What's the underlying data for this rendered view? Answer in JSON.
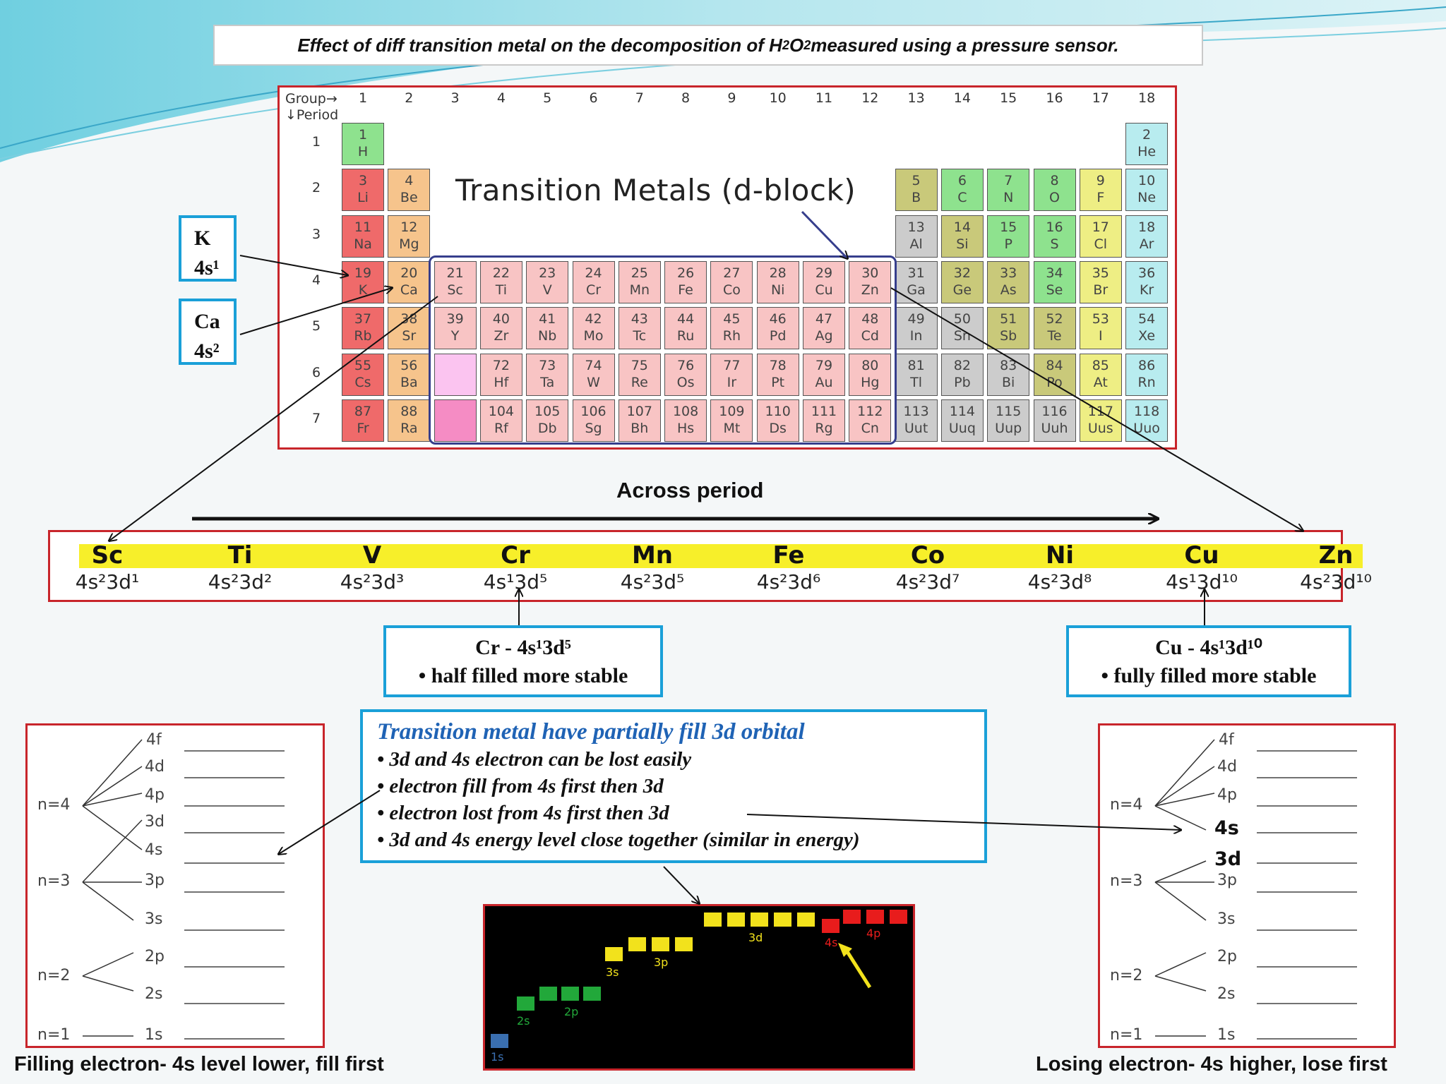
{
  "title": {
    "prefix": "Effect of diff transition metal on the decomposition of H",
    "sub1": "2",
    "mid": "O",
    "sub2": "2",
    "suffix": " measured using a pressure sensor."
  },
  "periodic_table": {
    "group_header": "Group→",
    "period_header": "↓Period",
    "groups": [
      "1",
      "2",
      "3",
      "4",
      "5",
      "6",
      "7",
      "8",
      "9",
      "10",
      "11",
      "12",
      "13",
      "14",
      "15",
      "16",
      "17",
      "18"
    ],
    "periods": [
      "1",
      "2",
      "3",
      "4",
      "5",
      "6",
      "7"
    ],
    "label": "Transition Metals (d-block)",
    "elements": [
      {
        "n": "1",
        "s": "H",
        "g": 1,
        "p": 1,
        "c": "#8ee28e"
      },
      {
        "n": "2",
        "s": "He",
        "g": 18,
        "p": 1,
        "c": "#b8ecef"
      },
      {
        "n": "3",
        "s": "Li",
        "g": 1,
        "p": 2,
        "c": "#ef6a6a"
      },
      {
        "n": "4",
        "s": "Be",
        "g": 2,
        "p": 2,
        "c": "#f6c48c"
      },
      {
        "n": "5",
        "s": "B",
        "g": 13,
        "p": 2,
        "c": "#c9c97a"
      },
      {
        "n": "6",
        "s": "C",
        "g": 14,
        "p": 2,
        "c": "#8ee28e"
      },
      {
        "n": "7",
        "s": "N",
        "g": 15,
        "p": 2,
        "c": "#8ee28e"
      },
      {
        "n": "8",
        "s": "O",
        "g": 16,
        "p": 2,
        "c": "#8ee28e"
      },
      {
        "n": "9",
        "s": "F",
        "g": 17,
        "p": 2,
        "c": "#eeee84"
      },
      {
        "n": "10",
        "s": "Ne",
        "g": 18,
        "p": 2,
        "c": "#b8ecef"
      },
      {
        "n": "11",
        "s": "Na",
        "g": 1,
        "p": 3,
        "c": "#ef6a6a"
      },
      {
        "n": "12",
        "s": "Mg",
        "g": 2,
        "p": 3,
        "c": "#f6c48c"
      },
      {
        "n": "13",
        "s": "Al",
        "g": 13,
        "p": 3,
        "c": "#cccccc"
      },
      {
        "n": "14",
        "s": "Si",
        "g": 14,
        "p": 3,
        "c": "#c9c97a"
      },
      {
        "n": "15",
        "s": "P",
        "g": 15,
        "p": 3,
        "c": "#8ee28e"
      },
      {
        "n": "16",
        "s": "S",
        "g": 16,
        "p": 3,
        "c": "#8ee28e"
      },
      {
        "n": "17",
        "s": "Cl",
        "g": 17,
        "p": 3,
        "c": "#eeee84"
      },
      {
        "n": "18",
        "s": "Ar",
        "g": 18,
        "p": 3,
        "c": "#b8ecef"
      },
      {
        "n": "19",
        "s": "K",
        "g": 1,
        "p": 4,
        "c": "#ef6a6a"
      },
      {
        "n": "20",
        "s": "Ca",
        "g": 2,
        "p": 4,
        "c": "#f6c48c"
      },
      {
        "n": "21",
        "s": "Sc",
        "g": 3,
        "p": 4,
        "c": "#f8c4c4"
      },
      {
        "n": "22",
        "s": "Ti",
        "g": 4,
        "p": 4,
        "c": "#f8c4c4"
      },
      {
        "n": "23",
        "s": "V",
        "g": 5,
        "p": 4,
        "c": "#f8c4c4"
      },
      {
        "n": "24",
        "s": "Cr",
        "g": 6,
        "p": 4,
        "c": "#f8c4c4"
      },
      {
        "n": "25",
        "s": "Mn",
        "g": 7,
        "p": 4,
        "c": "#f8c4c4"
      },
      {
        "n": "26",
        "s": "Fe",
        "g": 8,
        "p": 4,
        "c": "#f8c4c4"
      },
      {
        "n": "27",
        "s": "Co",
        "g": 9,
        "p": 4,
        "c": "#f8c4c4"
      },
      {
        "n": "28",
        "s": "Ni",
        "g": 10,
        "p": 4,
        "c": "#f8c4c4"
      },
      {
        "n": "29",
        "s": "Cu",
        "g": 11,
        "p": 4,
        "c": "#f8c4c4"
      },
      {
        "n": "30",
        "s": "Zn",
        "g": 12,
        "p": 4,
        "c": "#f8c4c4"
      },
      {
        "n": "31",
        "s": "Ga",
        "g": 13,
        "p": 4,
        "c": "#cccccc"
      },
      {
        "n": "32",
        "s": "Ge",
        "g": 14,
        "p": 4,
        "c": "#c9c97a"
      },
      {
        "n": "33",
        "s": "As",
        "g": 15,
        "p": 4,
        "c": "#c9c97a"
      },
      {
        "n": "34",
        "s": "Se",
        "g": 16,
        "p": 4,
        "c": "#8ee28e"
      },
      {
        "n": "35",
        "s": "Br",
        "g": 17,
        "p": 4,
        "c": "#eeee84"
      },
      {
        "n": "36",
        "s": "Kr",
        "g": 18,
        "p": 4,
        "c": "#b8ecef"
      },
      {
        "n": "37",
        "s": "Rb",
        "g": 1,
        "p": 5,
        "c": "#ef6a6a"
      },
      {
        "n": "38",
        "s": "Sr",
        "g": 2,
        "p": 5,
        "c": "#f6c48c"
      },
      {
        "n": "39",
        "s": "Y",
        "g": 3,
        "p": 5,
        "c": "#f8c4c4"
      },
      {
        "n": "40",
        "s": "Zr",
        "g": 4,
        "p": 5,
        "c": "#f8c4c4"
      },
      {
        "n": "41",
        "s": "Nb",
        "g": 5,
        "p": 5,
        "c": "#f8c4c4"
      },
      {
        "n": "42",
        "s": "Mo",
        "g": 6,
        "p": 5,
        "c": "#f8c4c4"
      },
      {
        "n": "43",
        "s": "Tc",
        "g": 7,
        "p": 5,
        "c": "#f8c4c4"
      },
      {
        "n": "44",
        "s": "Ru",
        "g": 8,
        "p": 5,
        "c": "#f8c4c4"
      },
      {
        "n": "45",
        "s": "Rh",
        "g": 9,
        "p": 5,
        "c": "#f8c4c4"
      },
      {
        "n": "46",
        "s": "Pd",
        "g": 10,
        "p": 5,
        "c": "#f8c4c4"
      },
      {
        "n": "47",
        "s": "Ag",
        "g": 11,
        "p": 5,
        "c": "#f8c4c4"
      },
      {
        "n": "48",
        "s": "Cd",
        "g": 12,
        "p": 5,
        "c": "#f8c4c4"
      },
      {
        "n": "49",
        "s": "In",
        "g": 13,
        "p": 5,
        "c": "#cccccc"
      },
      {
        "n": "50",
        "s": "Sn",
        "g": 14,
        "p": 5,
        "c": "#cccccc"
      },
      {
        "n": "51",
        "s": "Sb",
        "g": 15,
        "p": 5,
        "c": "#c9c97a"
      },
      {
        "n": "52",
        "s": "Te",
        "g": 16,
        "p": 5,
        "c": "#c9c97a"
      },
      {
        "n": "53",
        "s": "I",
        "g": 17,
        "p": 5,
        "c": "#eeee84"
      },
      {
        "n": "54",
        "s": "Xe",
        "g": 18,
        "p": 5,
        "c": "#b8ecef"
      },
      {
        "n": "55",
        "s": "Cs",
        "g": 1,
        "p": 6,
        "c": "#ef6a6a"
      },
      {
        "n": "56",
        "s": "Ba",
        "g": 2,
        "p": 6,
        "c": "#f6c48c"
      },
      {
        "n": "",
        "s": "",
        "g": 3,
        "p": 6,
        "c": "#fbc4f0"
      },
      {
        "n": "72",
        "s": "Hf",
        "g": 4,
        "p": 6,
        "c": "#f8c4c4"
      },
      {
        "n": "73",
        "s": "Ta",
        "g": 5,
        "p": 6,
        "c": "#f8c4c4"
      },
      {
        "n": "74",
        "s": "W",
        "g": 6,
        "p": 6,
        "c": "#f8c4c4"
      },
      {
        "n": "75",
        "s": "Re",
        "g": 7,
        "p": 6,
        "c": "#f8c4c4"
      },
      {
        "n": "76",
        "s": "Os",
        "g": 8,
        "p": 6,
        "c": "#f8c4c4"
      },
      {
        "n": "77",
        "s": "Ir",
        "g": 9,
        "p": 6,
        "c": "#f8c4c4"
      },
      {
        "n": "78",
        "s": "Pt",
        "g": 10,
        "p": 6,
        "c": "#f8c4c4"
      },
      {
        "n": "79",
        "s": "Au",
        "g": 11,
        "p": 6,
        "c": "#f8c4c4"
      },
      {
        "n": "80",
        "s": "Hg",
        "g": 12,
        "p": 6,
        "c": "#f8c4c4"
      },
      {
        "n": "81",
        "s": "Tl",
        "g": 13,
        "p": 6,
        "c": "#cccccc"
      },
      {
        "n": "82",
        "s": "Pb",
        "g": 14,
        "p": 6,
        "c": "#cccccc"
      },
      {
        "n": "83",
        "s": "Bi",
        "g": 15,
        "p": 6,
        "c": "#cccccc"
      },
      {
        "n": "84",
        "s": "Po",
        "g": 16,
        "p": 6,
        "c": "#c9c97a"
      },
      {
        "n": "85",
        "s": "At",
        "g": 17,
        "p": 6,
        "c": "#eeee84"
      },
      {
        "n": "86",
        "s": "Rn",
        "g": 18,
        "p": 6,
        "c": "#b8ecef"
      },
      {
        "n": "87",
        "s": "Fr",
        "g": 1,
        "p": 7,
        "c": "#ef6a6a"
      },
      {
        "n": "88",
        "s": "Ra",
        "g": 2,
        "p": 7,
        "c": "#f6c48c"
      },
      {
        "n": "",
        "s": "",
        "g": 3,
        "p": 7,
        "c": "#f58cc4"
      },
      {
        "n": "104",
        "s": "Rf",
        "g": 4,
        "p": 7,
        "c": "#f8c4c4"
      },
      {
        "n": "105",
        "s": "Db",
        "g": 5,
        "p": 7,
        "c": "#f8c4c4"
      },
      {
        "n": "106",
        "s": "Sg",
        "g": 6,
        "p": 7,
        "c": "#f8c4c4"
      },
      {
        "n": "107",
        "s": "Bh",
        "g": 7,
        "p": 7,
        "c": "#f8c4c4"
      },
      {
        "n": "108",
        "s": "Hs",
        "g": 8,
        "p": 7,
        "c": "#f8c4c4"
      },
      {
        "n": "109",
        "s": "Mt",
        "g": 9,
        "p": 7,
        "c": "#f8c4c4"
      },
      {
        "n": "110",
        "s": "Ds",
        "g": 10,
        "p": 7,
        "c": "#f8c4c4"
      },
      {
        "n": "111",
        "s": "Rg",
        "g": 11,
        "p": 7,
        "c": "#f8c4c4"
      },
      {
        "n": "112",
        "s": "Cn",
        "g": 12,
        "p": 7,
        "c": "#f8c4c4"
      },
      {
        "n": "113",
        "s": "Uut",
        "g": 13,
        "p": 7,
        "c": "#cccccc"
      },
      {
        "n": "114",
        "s": "Uuq",
        "g": 14,
        "p": 7,
        "c": "#cccccc"
      },
      {
        "n": "115",
        "s": "Uup",
        "g": 15,
        "p": 7,
        "c": "#cccccc"
      },
      {
        "n": "116",
        "s": "Uuh",
        "g": 16,
        "p": 7,
        "c": "#cccccc"
      },
      {
        "n": "117",
        "s": "Uus",
        "g": 17,
        "p": 7,
        "c": "#eeee84"
      },
      {
        "n": "118",
        "s": "Uuo",
        "g": 18,
        "p": 7,
        "c": "#b8ecef"
      }
    ]
  },
  "k_box": {
    "line1": "K",
    "line2": "4s¹"
  },
  "ca_box": {
    "line1": "Ca",
    "line2": "4s²"
  },
  "across_label": "Across period",
  "configs": [
    {
      "el": "Sc",
      "cfg": "4s²3d¹"
    },
    {
      "el": "Ti",
      "cfg": "4s²3d²"
    },
    {
      "el": "V",
      "cfg": "4s²3d³"
    },
    {
      "el": "Cr",
      "cfg": "4s¹3d⁵"
    },
    {
      "el": "Mn",
      "cfg": "4s²3d⁵"
    },
    {
      "el": "Fe",
      "cfg": "4s²3d⁶"
    },
    {
      "el": "Co",
      "cfg": "4s²3d⁷"
    },
    {
      "el": "Ni",
      "cfg": "4s²3d⁸"
    },
    {
      "el": "Cu",
      "cfg": "4s¹3d¹⁰"
    },
    {
      "el": "Zn",
      "cfg": "4s²3d¹⁰"
    }
  ],
  "cr_note": {
    "line1": "Cr - 4s¹3d⁵",
    "line2": "• half filled more stable"
  },
  "cu_note": {
    "line1": "Cu - 4s¹3d¹⁰",
    "line2": "• fully filled more stable"
  },
  "center_note": {
    "head": "Transition metal have partially fill 3d orbital",
    "b1": "• 3d and 4s electron can be lost easily",
    "b2": "• electron fill from 4s first then 3d",
    "b3": "• electron lost from 4s  first then 3d",
    "b4": "•  3d and 4s energy level close together (similar in energy)"
  },
  "left_levels": {
    "n4": "n=4",
    "n3": "n=3",
    "n2": "n=2",
    "n1": "n=1",
    "l4f": "4f",
    "l4d": "4d",
    "l4p": "4p",
    "l3d": "3d",
    "l4s": "4s",
    "l3p": "3p",
    "l3s": "3s",
    "l2p": "2p",
    "l2s": "2s",
    "l1s": "1s",
    "caption": "Filling electron- 4s level lower, fill first"
  },
  "right_levels": {
    "n4": "n=4",
    "n3": "n=3",
    "n2": "n=2",
    "n1": "n=1",
    "l4f": "4f",
    "l4d": "4d",
    "l4p": "4p",
    "l4s": "4s",
    "l3d": "3d",
    "l3p": "3p",
    "l3s": "3s",
    "l2p": "2p",
    "l2s": "2s",
    "l1s": "1s",
    "caption": "Losing electron- 4s higher, lose first"
  },
  "orbital_chart": {
    "labels": {
      "s1": "1s",
      "s2": "2s",
      "p2": "2p",
      "s3": "3s",
      "p3": "3p",
      "d3": "3d",
      "s4": "4s",
      "p4": "4p"
    },
    "colors": {
      "1s": "#3a6fb0",
      "2": "#22a83a",
      "3": "#f2e21c",
      "4s": "#e81c1c",
      "4p": "#e81c1c",
      "arrow": "#f2e21c"
    }
  }
}
